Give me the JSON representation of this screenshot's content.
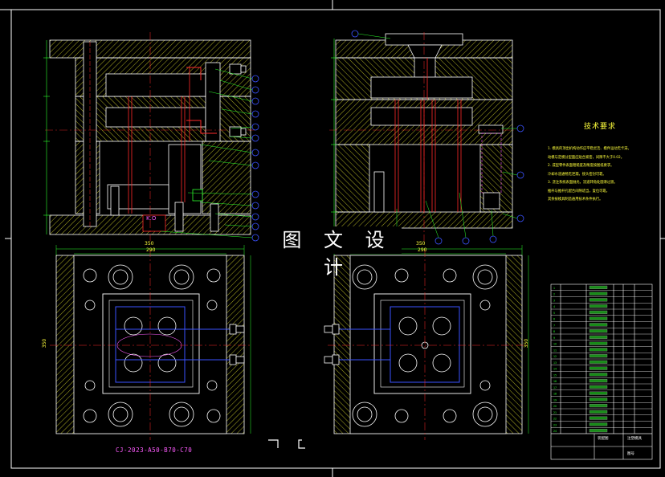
{
  "watermark": "图 文 设 计",
  "technical_requirements": {
    "title": "技术要求",
    "lines": [
      "1. 模具的顶出机构动作应平稳灵活、模件运动无卡滞。",
      "   动模与定模分型面应贴合紧密，间隙不大于0.02。",
      "2. 成型零件表面粗糙度及精度按图纸要求。",
      "   冷却水道通畅无泄漏，接头密封可靠。",
      "3. 浇注系统表面抛光，流道转角处圆滑过渡。",
      "   推杆与推杆孔配合间隙适当，复位可靠。",
      "   其余按模具制造通用技术条件执行。"
    ]
  },
  "part_number": "CJ-2023-A50-B70-C70",
  "dimensions": {
    "left_top_a": "350",
    "left_top_b": "290",
    "right_top_a": "350",
    "right_top_b": "290",
    "left_side": "350",
    "right_side": "350"
  },
  "left_callout": "K.O",
  "title_block": {
    "label_a": "装配图",
    "label_b": "注塑模具",
    "label_c": "图号",
    "rows": [
      "1",
      "2",
      "3",
      "4",
      "5",
      "6",
      "7",
      "8",
      "9",
      "10",
      "11",
      "12",
      "13",
      "14",
      "15",
      "16",
      "17",
      "18",
      "19",
      "20",
      "21",
      "22",
      "23",
      "24"
    ]
  },
  "colors": {
    "frame": "#ffffff",
    "hatch": "#ffff3c",
    "outline": "#ffffff",
    "red": "#ff2a2a",
    "green": "#2cff2c",
    "cyan": "#35e0ff",
    "magenta": "#ff5cff",
    "blue": "#3a52ff"
  }
}
